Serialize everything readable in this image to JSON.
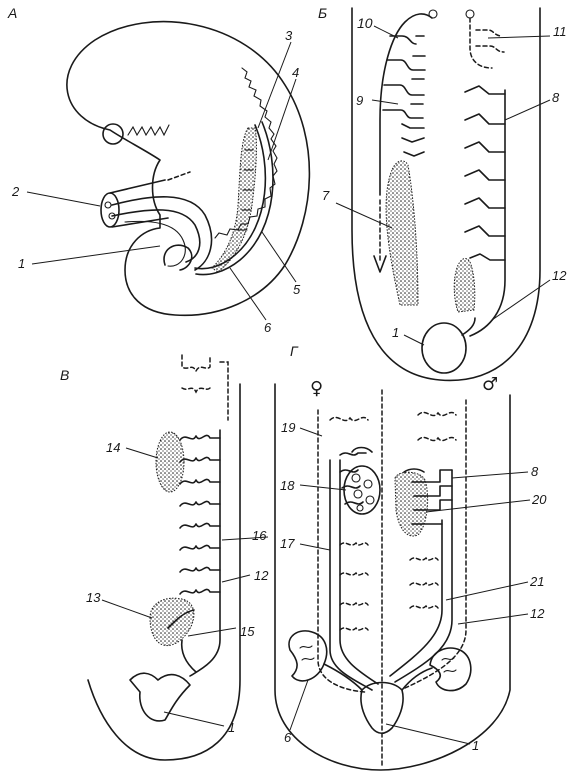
{
  "panels": {
    "A": "А",
    "B": "Б",
    "V": "В",
    "G": "Г"
  },
  "symbols": {
    "female": "♀",
    "male": "♂"
  },
  "labels": {
    "a_1": "1",
    "a_2": "2",
    "a_3": "3",
    "a_4": "4",
    "a_5": "5",
    "a_6": "6",
    "b_1": "1",
    "b_7": "7",
    "b_8": "8",
    "b_9": "9",
    "b_10": "10",
    "b_11": "11",
    "b_12": "12",
    "v_1": "1",
    "v_12": "12",
    "v_13": "13",
    "v_14": "14",
    "v_15": "15",
    "v_16": "16",
    "g_1": "1",
    "g_6": "6",
    "g_8": "8",
    "g_12": "12",
    "g_17": "17",
    "g_18": "18",
    "g_19": "19",
    "g_20": "20",
    "g_21": "21"
  }
}
